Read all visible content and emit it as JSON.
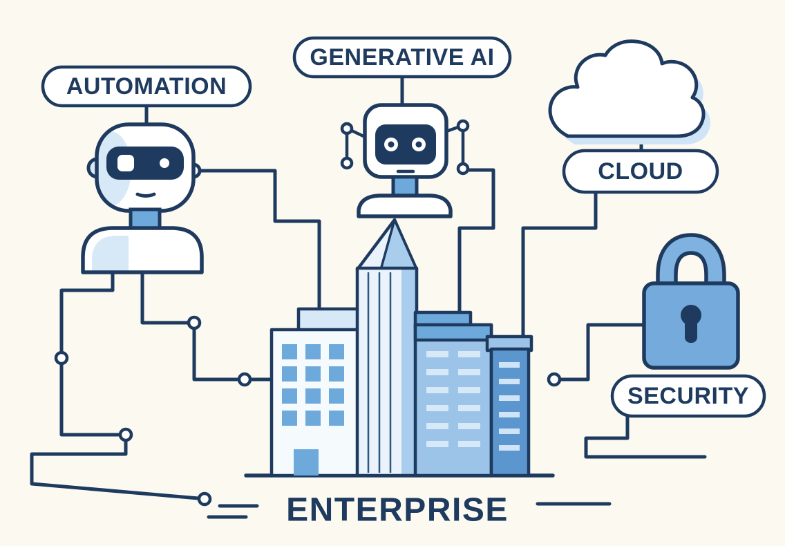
{
  "diagram": {
    "title": "ENTERPRISE",
    "labels": {
      "automation": "AUTOMATION",
      "generative_ai": "GENERATIVE AI",
      "cloud": "CLOUD",
      "security": "SECURITY",
      "enterprise": "ENTERPRISE"
    },
    "icons": [
      "robot-icon",
      "ai-robot-icon",
      "cloud-icon",
      "padlock-icon",
      "city-buildings-icon",
      "circuit-lines"
    ],
    "colors": {
      "background": "#fcf9f1",
      "outline_navy": "#1e3a5e",
      "white": "#ffffff",
      "light_blue": "#d7e9f7",
      "sky_blue": "#9cc4e8",
      "mid_blue": "#6ea9dc",
      "deep_blue": "#5b96cf",
      "shadow_blue": "#cfe4f6"
    }
  }
}
